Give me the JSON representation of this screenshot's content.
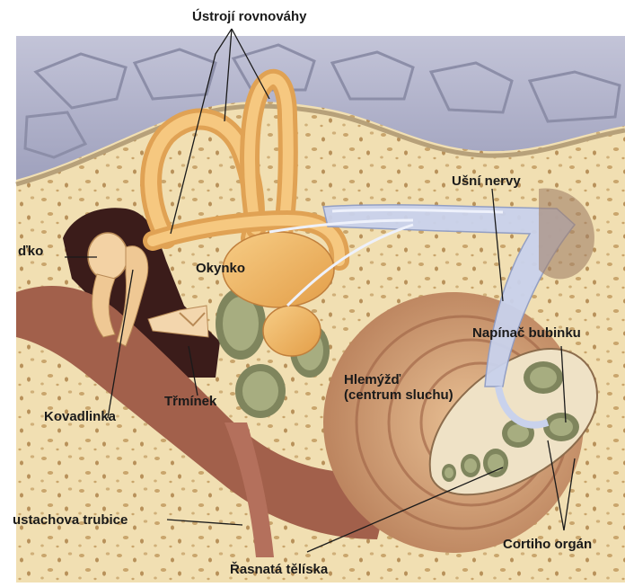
{
  "labels": {
    "ustroji_rovnovahy": "Ústrojí rovnováhy",
    "usni_nervy": "Ušní nervy",
    "okynko": "Okynko",
    "bubinko_fragment": "ďko",
    "napinac_bubinku": "Napínač bubinku",
    "hlemyzd": "Hlemýžď",
    "centrum_sluchu": "(centrum sluchu)",
    "trminek": "Třmínek",
    "kovadlinka": "Kovadlinka",
    "eustachova_trubice": "ustachova trubice",
    "cortiho_organ": "Cortiho orgán",
    "rasnata_teliska": "Řasnatá tělíska"
  },
  "colors": {
    "bone": "#f1dfb2",
    "bone_pore": "#c8a56b",
    "brain": "#aeb0c8",
    "labyrinth": "#f2b866",
    "nerve": "#c9d2ec",
    "cochlea": "#d49f76",
    "tissue": "#9e5d4a",
    "green": "#a7ad80"
  }
}
